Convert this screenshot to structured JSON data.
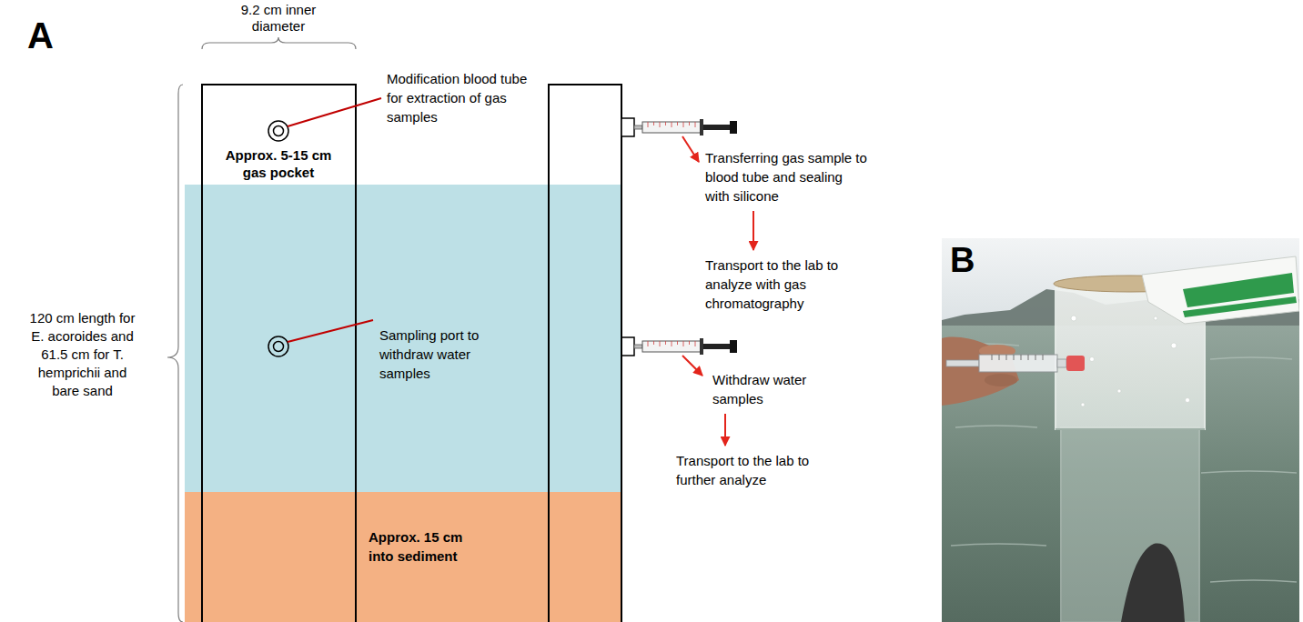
{
  "diagram": {
    "nodes": [
      {
        "text": [
          "Sampling port to withdraw water samples"
        ]
      },
      {
        "text": [
          "Approx. 15 cm into sediment"
        ]
      },
      {
        "text": [
          "Transferring gas sample to blood tube and sealing with silicone"
        ]
      },
      {
        "text": [
          "Transport to the lab to analyze with gas chromatography"
        ]
      },
      {
        "text": [
          "Withdraw water samples"
        ]
      },
      {
        "text": [
          "Transport to the lab to further analyze"
        ]
      }
    ],
    "edges": [
      {
        "from": 2,
        "to": 3,
        "arrow": "to"
      },
      {
        "from": 4,
        "to": 5,
        "arrow": "to"
      }
    ],
    "labels": [
      "A",
      "9.2 cm inner diameter",
      "Modification blood tube for extraction of gas samples",
      "Approx. 5-15 cm gas pocket",
      "120 cm length for E. acoroides and 61.5 cm for T. hemprichii and bare sand",
      "B"
    ]
  }
}
